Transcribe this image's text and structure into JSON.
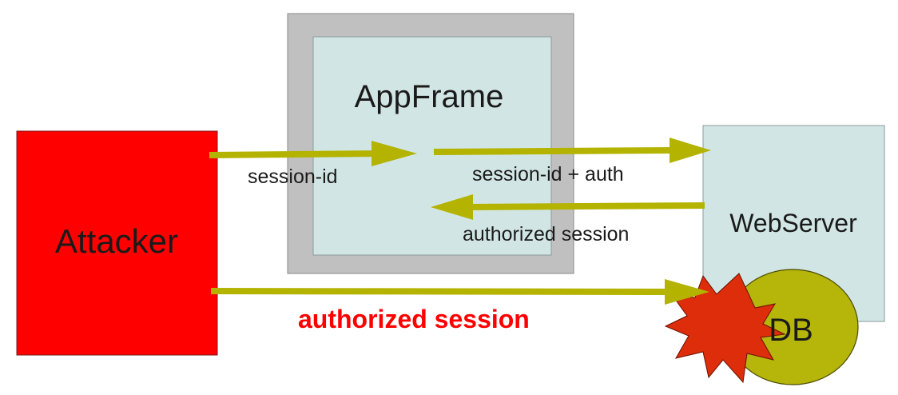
{
  "nodes": {
    "attacker": {
      "label": "Attacker",
      "color": "#ff0000"
    },
    "appframe": {
      "label": "AppFrame",
      "outer_color": "#c0c0c0",
      "inner_color": "#d1e6e4"
    },
    "webserver": {
      "label": "WebServer",
      "color": "#d1e6e4"
    },
    "db": {
      "label": "DB",
      "color": "#b5b50a"
    },
    "burst": {
      "color": "#dd2d0a"
    }
  },
  "edges": {
    "attacker_to_appframe": {
      "label": "session-id"
    },
    "appframe_to_webserver": {
      "label": "session-id + auth"
    },
    "webserver_to_appframe": {
      "label": "authorized session"
    },
    "attacker_to_db": {
      "label": "authorized session",
      "color": "#ff0000"
    }
  },
  "colors": {
    "arrow": "#b3b300",
    "highlight_label": "#ff0000"
  }
}
